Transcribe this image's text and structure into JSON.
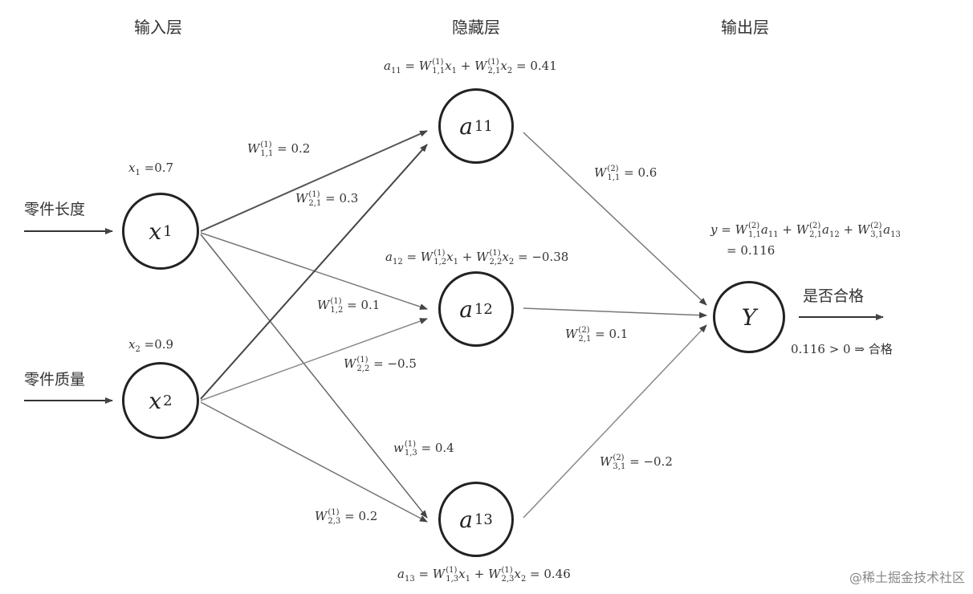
{
  "layers": {
    "input": "输入层",
    "hidden": "隐藏层",
    "output": "输出层"
  },
  "inputs": {
    "x1": {
      "name": "零件长度",
      "value_label": "=0.7"
    },
    "x2": {
      "name": "零件质量",
      "value_label": "=0.9"
    }
  },
  "nodes": {
    "x1": "x",
    "x1_sub": "1",
    "x2": "x",
    "x2_sub": "2",
    "a11": "a",
    "a11_sub": "11",
    "a12": "a",
    "a12_sub": "12",
    "a13": "a",
    "a13_sub": "13",
    "y": "Y"
  },
  "weights": {
    "w1_11": "= 0.2",
    "w1_21": "= 0.3",
    "w1_12": "= 0.1",
    "w1_22": "= −0.5",
    "w1_13": "= 0.4",
    "w1_23": "= 0.2",
    "w2_11": "= 0.6",
    "w2_21": "= 0.1",
    "w2_31": "= −0.2"
  },
  "formulas": {
    "a11_result": "= 0.41",
    "a12_result": "= −0.38",
    "a13_result": "= 0.46",
    "y_result": "= 0.116"
  },
  "output": {
    "label": "是否合格",
    "decision": "0.116 > 0 ⇒ 合格"
  },
  "watermark": "@稀土掘金技术社区"
}
